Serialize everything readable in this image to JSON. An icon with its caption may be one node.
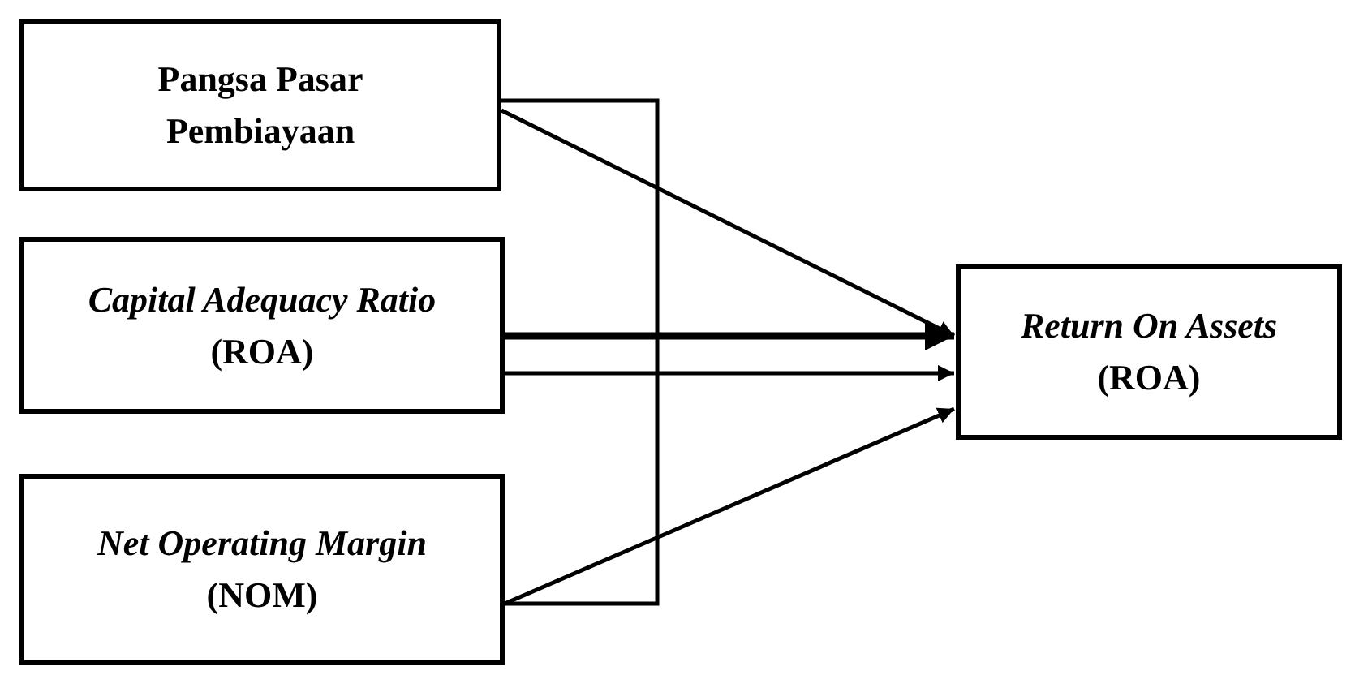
{
  "diagram": {
    "nodes": [
      {
        "text": [
          "Pangsa Pasar Pembiayaan"
        ]
      },
      {
        "text": [
          "*Capital Adequacy Ratio* (ROA)"
        ]
      },
      {
        "text": [
          "*Net Operating Margin* (NOM)"
        ]
      },
      {
        "text": [
          "*Return On Assets* (ROA)"
        ]
      }
    ],
    "edges": [
      {
        "from": 0,
        "to": 3,
        "arrow": "to"
      },
      {
        "from": 1,
        "to": 3,
        "arrow": "to",
        "style": "thick"
      },
      {
        "from": 1,
        "to": 3,
        "arrow": "to"
      },
      {
        "from": 2,
        "to": 3,
        "arrow": "to"
      },
      {
        "from": 0,
        "to": 2,
        "arrow": "none"
      }
    ]
  }
}
